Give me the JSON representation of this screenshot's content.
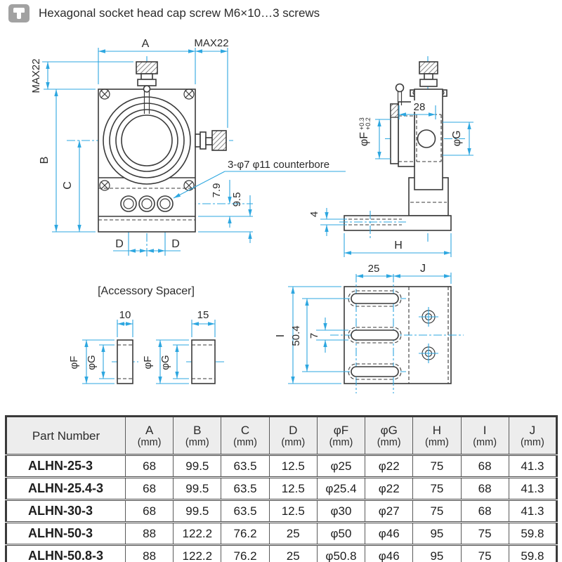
{
  "colors": {
    "dimension_cyan": "#2ea7e0",
    "drawing_line": "#3a3a3a",
    "table_header_bg": "#ededed",
    "icon_gray": "#a2a2a2"
  },
  "header": {
    "icon": "screw-icon",
    "title": "Hexagonal socket head cap screw M6×10…3 screws"
  },
  "front_view": {
    "dim_a": "A",
    "dim_max22_top": "MAX22",
    "dim_max22_left": "MAX22",
    "dim_b": "B",
    "dim_c": "C",
    "dim_d_left": "D",
    "dim_d_right": "D",
    "dim_7_9": "7.9",
    "dim_9_5": "9.5",
    "note_counterbore": "3-φ7 φ11 counterbore"
  },
  "side_view": {
    "dim_28": "28",
    "dim_phi_f": "φF",
    "tol_upper": "+0.3",
    "tol_lower": "+0.2",
    "dim_phi_g": "φG",
    "dim_4": "4",
    "dim_h": "H"
  },
  "bottom_view": {
    "dim_25": "25",
    "dim_j": "J",
    "dim_i": "I",
    "dim_50_4": "50.4",
    "dim_7": "7"
  },
  "spacer": {
    "title": "[Accessory Spacer]",
    "dim_10": "10",
    "dim_15": "15",
    "dim_phi_f": "φF",
    "dim_phi_g": "φG"
  },
  "table": {
    "columns": [
      {
        "label": "Part Number",
        "unit": ""
      },
      {
        "label": "A",
        "unit": "(mm)"
      },
      {
        "label": "B",
        "unit": "(mm)"
      },
      {
        "label": "C",
        "unit": "(mm)"
      },
      {
        "label": "D",
        "unit": "(mm)"
      },
      {
        "label": "φF",
        "unit": "(mm)"
      },
      {
        "label": "φG",
        "unit": "(mm)"
      },
      {
        "label": "H",
        "unit": "(mm)"
      },
      {
        "label": "I",
        "unit": "(mm)"
      },
      {
        "label": "J",
        "unit": "(mm)"
      }
    ],
    "rows": [
      {
        "part": "ALHN-25-3",
        "values": [
          "68",
          "99.5",
          "63.5",
          "12.5",
          "φ25",
          "φ22",
          "75",
          "68",
          "41.3"
        ]
      },
      {
        "part": "ALHN-25.4-3",
        "values": [
          "68",
          "99.5",
          "63.5",
          "12.5",
          "φ25.4",
          "φ22",
          "75",
          "68",
          "41.3"
        ]
      },
      {
        "part": "ALHN-30-3",
        "values": [
          "68",
          "99.5",
          "63.5",
          "12.5",
          "φ30",
          "φ27",
          "75",
          "68",
          "41.3"
        ]
      },
      {
        "part": "ALHN-50-3",
        "values": [
          "88",
          "122.2",
          "76.2",
          "25",
          "φ50",
          "φ46",
          "95",
          "75",
          "59.8"
        ]
      },
      {
        "part": "ALHN-50.8-3",
        "values": [
          "88",
          "122.2",
          "76.2",
          "25",
          "φ50.8",
          "φ46",
          "95",
          "75",
          "59.8"
        ]
      }
    ]
  }
}
